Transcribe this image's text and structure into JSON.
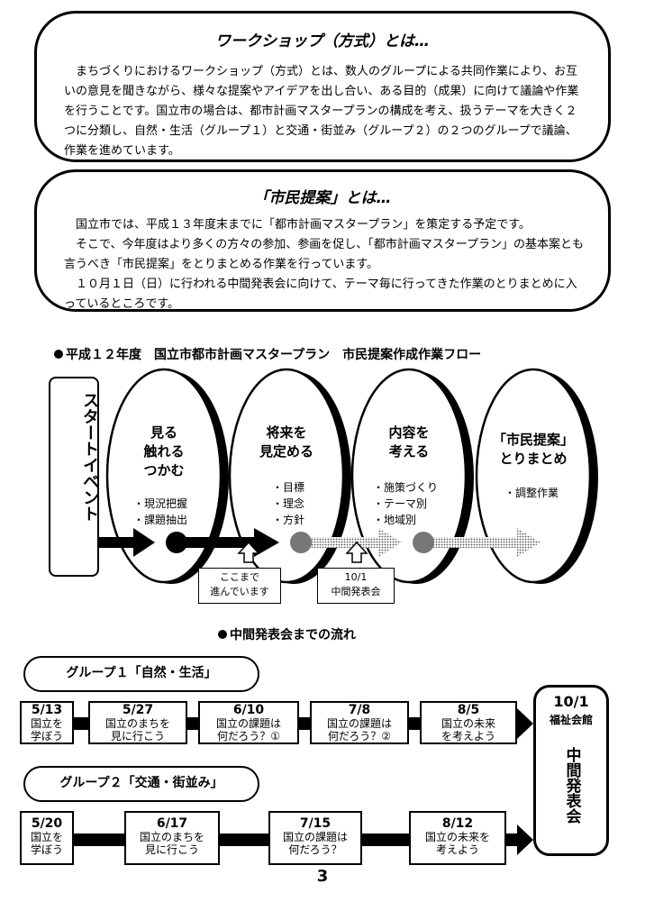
{
  "workshop": {
    "title": "ワークショップ（方式）とは…",
    "body": "まちづくりにおけるワークショップ（方式）とは、数人のグループによる共同作業により、お互いの意見を聞きながら、様々な提案やアイデアを出し合い、ある目的（成果）に向けて議論や作業を行うことです。国立市の場合は、都市計画マスタープランの構成を考え、扱うテーマを大きく２つに分類し、自然・生活（グループ１）と交通・街並み（グループ２）の２つのグループで議論、作業を進めています。"
  },
  "proposal": {
    "title": "「市民提案」とは…",
    "p1": "国立市では、平成１３年度末までに「都市計画マスタープラン」を策定する予定です。",
    "p2": "そこで、今年度はより多くの方々の参加、参画を促し、「都市計画マスタープラン」の基本案とも言うべき「市民提案」をとりまとめる作業を行っています。",
    "p3": "１０月１日（日）に行われる中間発表会に向けて、テーマ毎に行ってきた作業のとりまとめに入っているところです。"
  },
  "flow": {
    "heading": "平成１２年度　国立市都市計画マスタープラン　市民提案作成作業フロー",
    "start_label": "スタートイベント",
    "stages": [
      {
        "title": "見る\n触れる\nつかむ",
        "items": [
          "・現況把握",
          "・課題抽出"
        ]
      },
      {
        "title": "将来を\n見定める",
        "items": [
          "・目標",
          "・理念",
          "・方針"
        ]
      },
      {
        "title": "内容を\n考える",
        "items": [
          "・施策づくり",
          "・テーマ別",
          "・地域別"
        ]
      },
      {
        "title": "「市民提案」\nとりまとめ",
        "items": [
          "・調整作業"
        ]
      }
    ],
    "note_progress": "ここまで\n進んでいます",
    "note_midterm": "10/1\n中間発表会"
  },
  "timeline": {
    "heading": "中間発表会までの流れ",
    "group1": {
      "label": "グループ１「自然・生活」",
      "steps": [
        {
          "date": "5/13",
          "text": "国立を\n学ぼう"
        },
        {
          "date": "5/27",
          "text": "国立のまちを\n見に行こう"
        },
        {
          "date": "6/10",
          "text": "国立の課題は\n何だろう？①"
        },
        {
          "date": "7/8",
          "text": "国立の課題は\n何だろう？②"
        },
        {
          "date": "8/5",
          "text": "国立の未来\nを考えよう"
        }
      ]
    },
    "group2": {
      "label": "グループ２「交通・街並み」",
      "steps": [
        {
          "date": "5/20",
          "text": "国立を\n学ぼう"
        },
        {
          "date": "6/17",
          "text": "国立のまちを\n見に行こう"
        },
        {
          "date": "7/15",
          "text": "国立の課題は\n何だろう？"
        },
        {
          "date": "8/12",
          "text": "国立の未来を\n考えよう"
        }
      ]
    },
    "final": {
      "date": "10/1",
      "place": "福祉会館",
      "event": "中間発表会"
    }
  },
  "page_number": "3"
}
